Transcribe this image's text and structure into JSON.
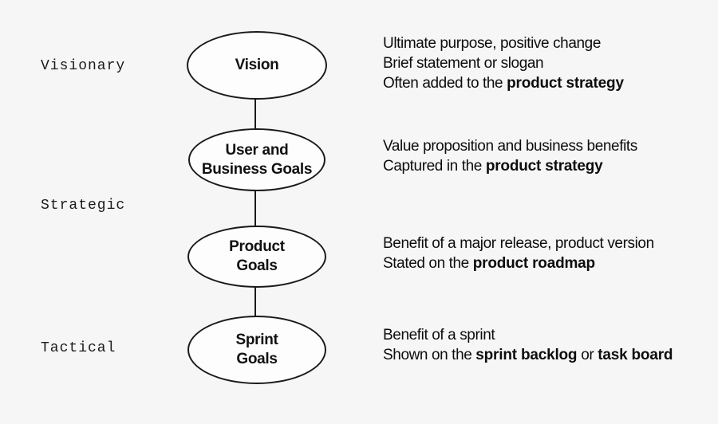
{
  "colors": {
    "background": "#f6f6f7",
    "node_fill": "#fdfdfe",
    "stroke": "#1a1a1a",
    "text": "#111111"
  },
  "levels": [
    {
      "label": "Visionary"
    },
    {
      "label": "Strategic"
    },
    {
      "label": "Tactical"
    }
  ],
  "nodes": [
    {
      "line1": "Vision",
      "line2": ""
    },
    {
      "line1": "User and",
      "line2": "Business Goals"
    },
    {
      "line1": "Product",
      "line2": "Goals"
    },
    {
      "line1": "Sprint",
      "line2": "Goals"
    }
  ],
  "descriptions": [
    {
      "lines": [
        {
          "pre": "Ultimate purpose, positive change",
          "b1": "",
          "mid": "",
          "b2": ""
        },
        {
          "pre": "Brief statement or slogan",
          "b1": "",
          "mid": "",
          "b2": ""
        },
        {
          "pre": "Often added to the ",
          "b1": "product strategy",
          "mid": "",
          "b2": ""
        }
      ]
    },
    {
      "lines": [
        {
          "pre": "Value proposition and business benefits",
          "b1": "",
          "mid": "",
          "b2": ""
        },
        {
          "pre": "Captured in the ",
          "b1": "product strategy",
          "mid": "",
          "b2": ""
        }
      ]
    },
    {
      "lines": [
        {
          "pre": "Benefit of a major release, product version",
          "b1": "",
          "mid": "",
          "b2": ""
        },
        {
          "pre": "Stated on the ",
          "b1": "product roadmap",
          "mid": "",
          "b2": ""
        }
      ]
    },
    {
      "lines": [
        {
          "pre": "Benefit of a sprint",
          "b1": "",
          "mid": "",
          "b2": ""
        },
        {
          "pre": "Shown on the ",
          "b1": "sprint backlog",
          "mid": " or ",
          "b2": "task board"
        }
      ]
    }
  ]
}
